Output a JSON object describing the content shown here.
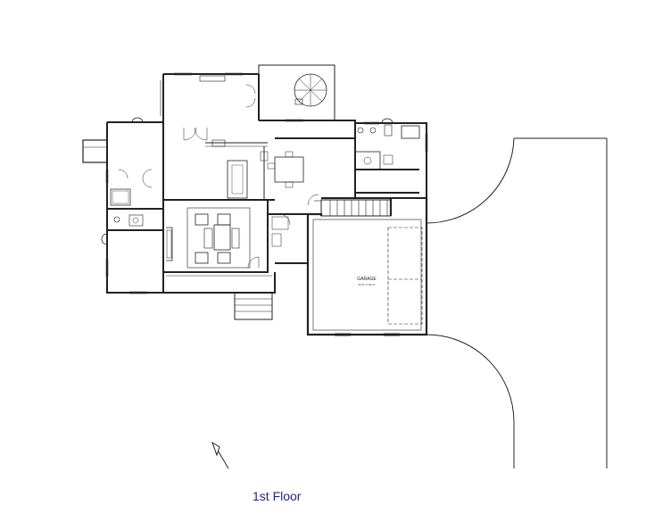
{
  "title": "1st Floor",
  "garage": {
    "name": "GARAGE",
    "dims": "23'-0\" X 24'-0\""
  },
  "colors": {
    "title": "#1e2a78",
    "walls": "#222222",
    "ink": "#444444"
  }
}
